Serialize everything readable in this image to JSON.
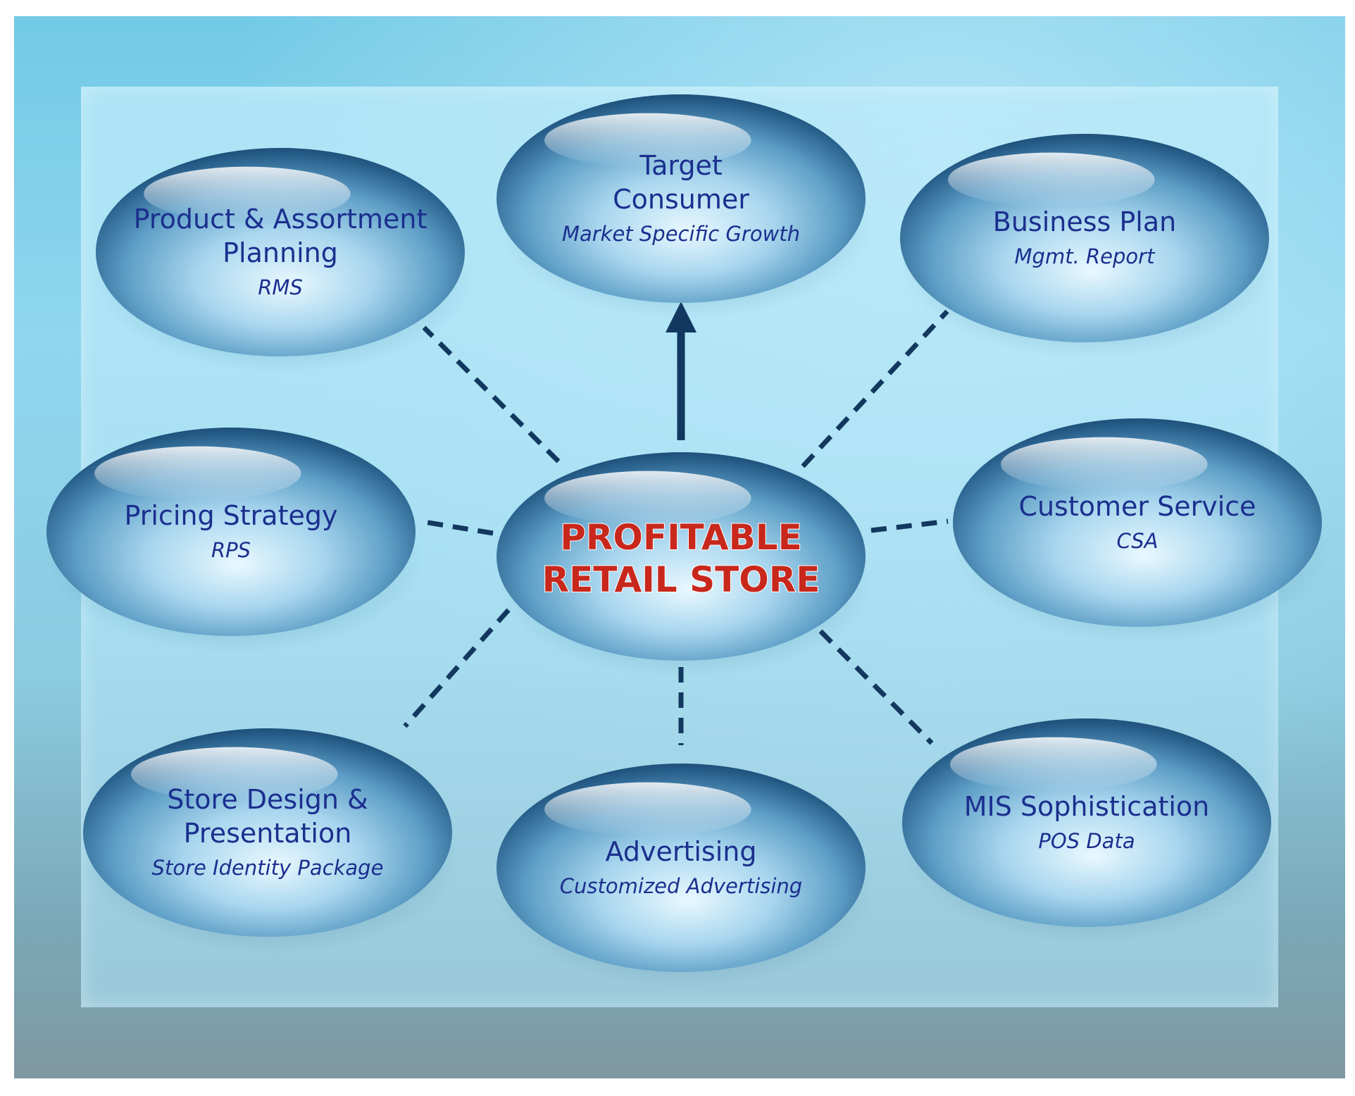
{
  "center": {
    "line1": "PROFITABLE",
    "line2": "RETAIL STORE"
  },
  "nodes": [
    {
      "id": "target-consumer",
      "title_lines": [
        "Target",
        "Consumer"
      ],
      "subtitle": "Market Specific Growth"
    },
    {
      "id": "product-assortment",
      "title_lines": [
        "Product & Assortment",
        "Planning"
      ],
      "subtitle": "RMS"
    },
    {
      "id": "business-plan",
      "title_lines": [
        "Business Plan"
      ],
      "subtitle": "Mgmt. Report"
    },
    {
      "id": "pricing-strategy",
      "title_lines": [
        "Pricing Strategy"
      ],
      "subtitle": "RPS"
    },
    {
      "id": "customer-service",
      "title_lines": [
        "Customer Service"
      ],
      "subtitle": "CSA"
    },
    {
      "id": "store-design",
      "title_lines": [
        "Store Design &",
        "Presentation"
      ],
      "subtitle": "Store Identity Package"
    },
    {
      "id": "advertising",
      "title_lines": [
        "Advertising"
      ],
      "subtitle": "Customized Advertising"
    },
    {
      "id": "mis-sophistication",
      "title_lines": [
        "MIS Sophistication"
      ],
      "subtitle": "POS Data"
    }
  ],
  "connections": [
    {
      "from": "center",
      "to": "target-consumer",
      "style": "solid-arrow"
    },
    {
      "from": "center",
      "to": "product-assortment",
      "style": "dashed"
    },
    {
      "from": "center",
      "to": "business-plan",
      "style": "dashed"
    },
    {
      "from": "center",
      "to": "pricing-strategy",
      "style": "dashed"
    },
    {
      "from": "center",
      "to": "customer-service",
      "style": "dashed"
    },
    {
      "from": "center",
      "to": "store-design",
      "style": "dashed"
    },
    {
      "from": "center",
      "to": "advertising",
      "style": "dashed"
    },
    {
      "from": "center",
      "to": "mis-sophistication",
      "style": "dashed"
    }
  ],
  "colors": {
    "bubble_dark": "#123f67",
    "bubble_mid": "#5f9fc7",
    "bubble_light": "#e9f8ff",
    "title_text": "#1b2f8e",
    "center_text": "#c8281c",
    "connector": "#12385f"
  }
}
